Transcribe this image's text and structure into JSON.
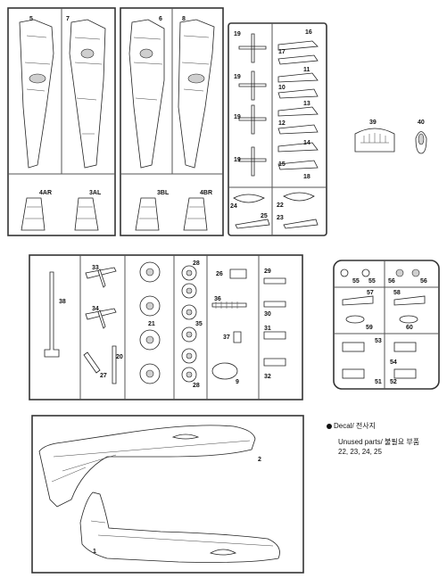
{
  "part_numbers": {
    "p1": "1",
    "p2": "2",
    "p3AL": "3AL",
    "p3BL": "3BL",
    "p4AR": "4AR",
    "p4BR": "4BR",
    "p5": "5",
    "p6": "6",
    "p7": "7",
    "p8": "8",
    "p9": "9",
    "p10": "10",
    "p11": "11",
    "p12": "12",
    "p13": "13",
    "p14": "14",
    "p15": "15",
    "p16": "16",
    "p17": "17",
    "p18": "18",
    "p19a": "19",
    "p19b": "19",
    "p19c": "19",
    "p19d": "19",
    "p20": "20",
    "p21": "21",
    "p22": "22",
    "p23": "23",
    "p24": "24",
    "p25": "25",
    "p26": "26",
    "p27": "27",
    "p28a": "28",
    "p28b": "28",
    "p29": "29",
    "p30": "30",
    "p31": "31",
    "p32": "32",
    "p33": "33",
    "p34": "34",
    "p35": "35",
    "p36": "36",
    "p37": "37",
    "p38": "38",
    "p39": "39",
    "p40": "40",
    "p51": "51",
    "p52": "52",
    "p53": "53",
    "p54": "54",
    "p55a": "55",
    "p55b": "55",
    "p56a": "56",
    "p56b": "56",
    "p57": "57",
    "p58": "58",
    "p59": "59",
    "p60": "60"
  },
  "legend": {
    "decal": "Decal/ 전사지",
    "unused_title": "Unused parts/ 불필요 부품",
    "unused_list": "22, 23, 24, 25"
  }
}
